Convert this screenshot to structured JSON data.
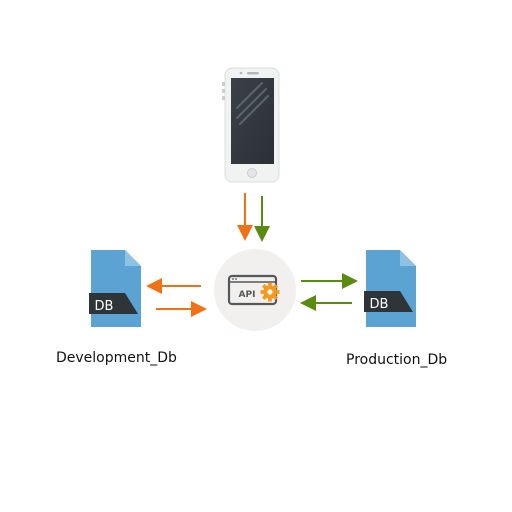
{
  "nodes": {
    "phone": {
      "icon": "smartphone-icon"
    },
    "api": {
      "icon_text": "API",
      "icon": "api-gear-icon",
      "bg_color": "#f2f0ee"
    },
    "dev_db": {
      "icon_text": "DB",
      "label": "Development_Db",
      "color": "#5ba3d3"
    },
    "prod_db": {
      "icon_text": "DB",
      "label": "Production_Db",
      "color": "#5ba3d3"
    }
  },
  "arrows": {
    "dev_color": "#f07216",
    "prod_color": "#5a8a10"
  }
}
